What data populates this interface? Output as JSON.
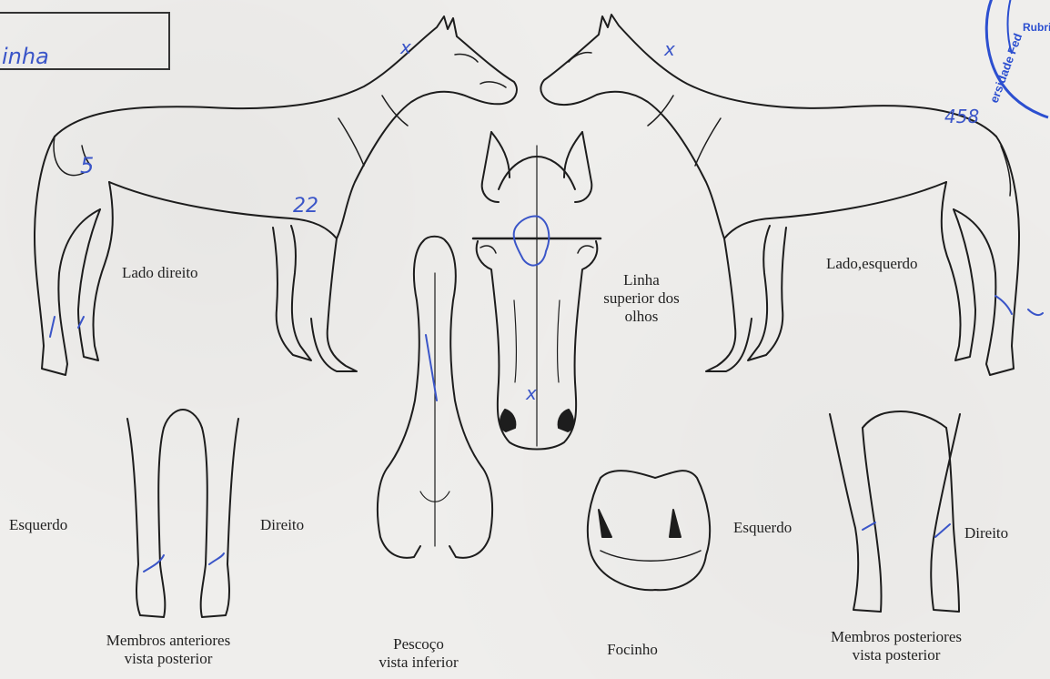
{
  "form_box": {
    "handwritten": "inha"
  },
  "annotations": {
    "neck_mark_right": "x",
    "neck_mark_left": "x",
    "flank_number": "5",
    "shoulder_number": "22",
    "left_side_number": "458",
    "face_mark": "x"
  },
  "labels": {
    "right_side": "Lado direito",
    "left_side": "Lado,esquerdo",
    "eye_line_1": "Linha",
    "eye_line_2": "superior dos",
    "eye_line_3": "olhos",
    "front_left": "Esquerdo",
    "front_right": "Direito",
    "hind_left": "Esquerdo",
    "hind_right": "Direito"
  },
  "captions": {
    "front_limbs_1": "Membros anteriores",
    "front_limbs_2": "vista posterior",
    "neck_1": "Pescoço",
    "neck_2": "vista inferior",
    "muzzle": "Focinho",
    "hind_limbs_1": "Membros posteriores",
    "hind_limbs_2": "vista posterior"
  },
  "stamp": {
    "text_top": "Rubri",
    "text_arc": "ersidade Fed"
  },
  "colors": {
    "ink": "#1d1d1d",
    "pen": "#3a55c8",
    "stamp": "#2c4fd0"
  }
}
